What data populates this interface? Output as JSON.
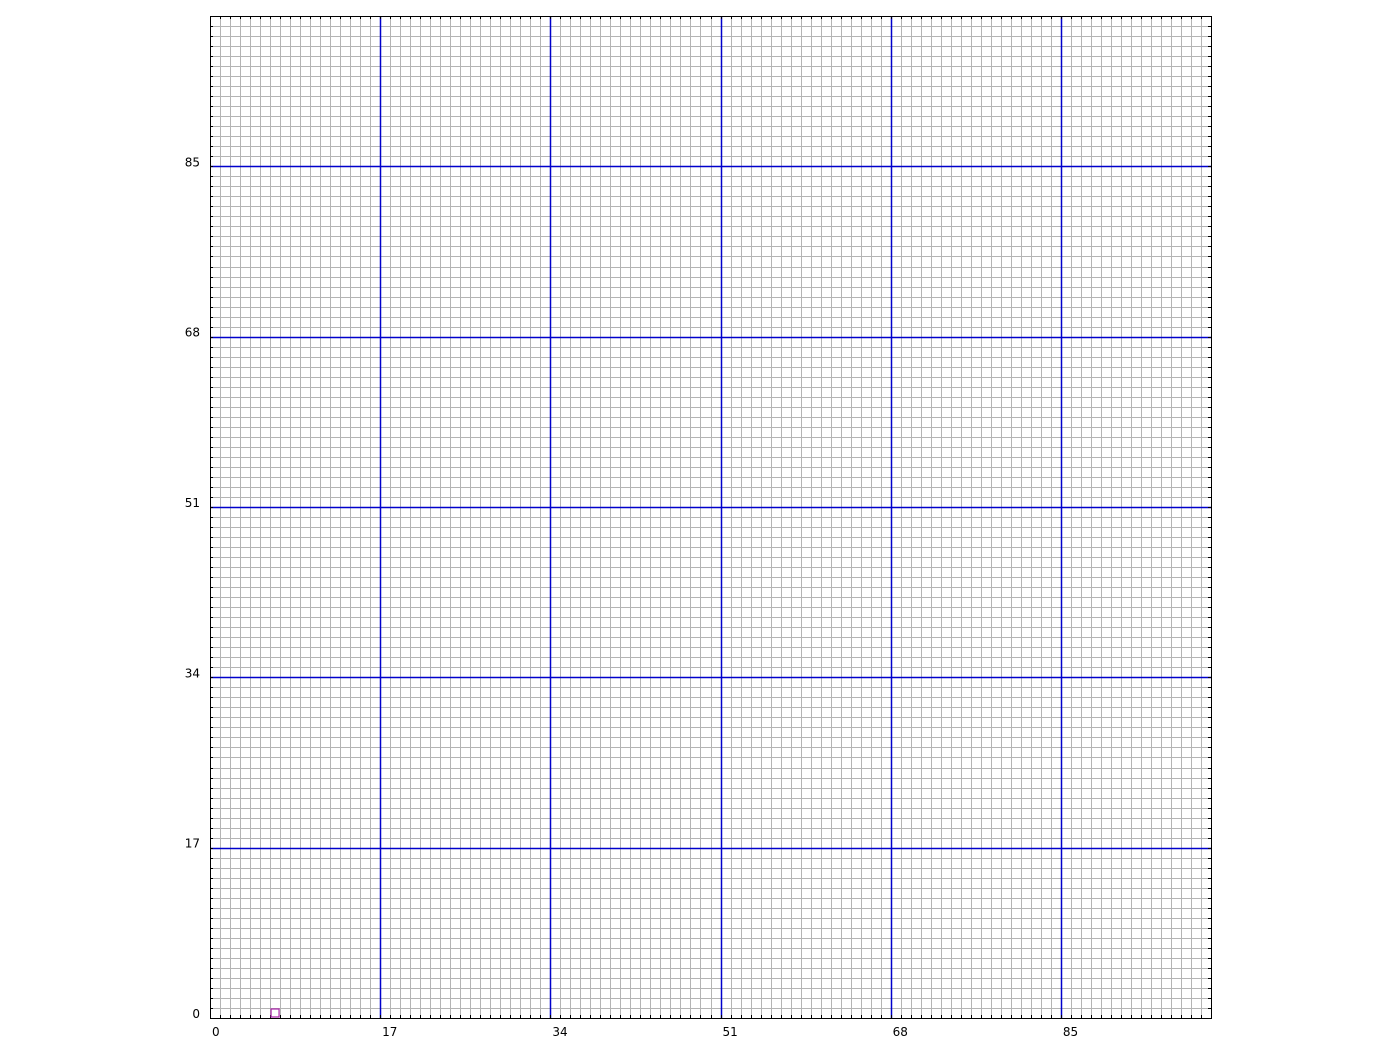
{
  "chart_data": {
    "type": "scatter",
    "title": "",
    "xlabel": "",
    "ylabel": "",
    "xlim": [
      0,
      100
    ],
    "ylim": [
      0,
      100
    ],
    "x_ticks": [
      0,
      17,
      34,
      51,
      68,
      85
    ],
    "y_ticks": [
      0,
      17,
      34,
      51,
      68,
      85
    ],
    "x_tick_labels": [
      "0",
      "17",
      "34",
      "51",
      "68",
      "85"
    ],
    "y_tick_labels": [
      "0",
      "17",
      "34",
      "51",
      "68",
      "85"
    ],
    "minor_grid_step": 1,
    "major_grid_step": 17,
    "grid": true,
    "colors": {
      "minor_grid": "#b4b4b4",
      "major_grid": "#0000cc",
      "frame": "#000000",
      "marker": "#aa22aa"
    },
    "points": [
      {
        "x": 6.5,
        "y": 0.5,
        "marker": "open-square"
      }
    ]
  }
}
